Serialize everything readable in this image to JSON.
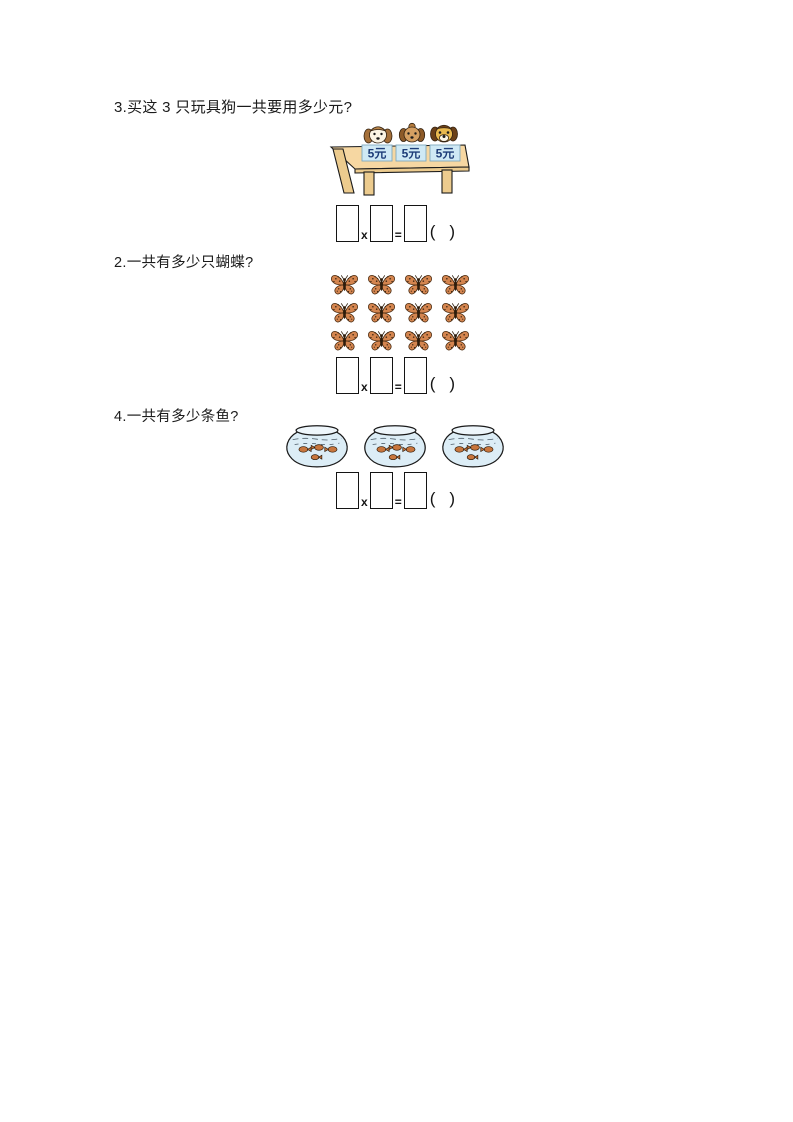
{
  "questions": [
    {
      "text": "3.买这 3 只玩具狗一共要用多少元?",
      "illustration": "toy-dogs-on-table",
      "price_tags": [
        "5元",
        "5元",
        "5元"
      ],
      "dog_count": 3
    },
    {
      "text": "2.一共有多少只蝴蝶?",
      "illustration": "butterfly-grid",
      "butterfly_rows": 3,
      "butterfly_cols": 4,
      "butterfly_count": 12
    },
    {
      "text": "4.一共有多少条鱼?",
      "illustration": "fishbowls",
      "bowl_count": 3,
      "fish_per_bowl": 4
    }
  ],
  "equation": {
    "multiply": "x",
    "equals": "=",
    "open_paren": "(",
    "close_paren": ")"
  },
  "colors": {
    "page_bg": "#ffffff",
    "text": "#1b1b1b",
    "table_top": "#f6d7a2",
    "table_legs": "#eccb8e",
    "price_tag_bg": "#cfe9f5",
    "price_tag_text": "#1d3c78",
    "butterfly_wing": "#d4854f",
    "fish_body": "#c8763d",
    "water": "#dcedf6",
    "outline": "#1a1a1a"
  }
}
